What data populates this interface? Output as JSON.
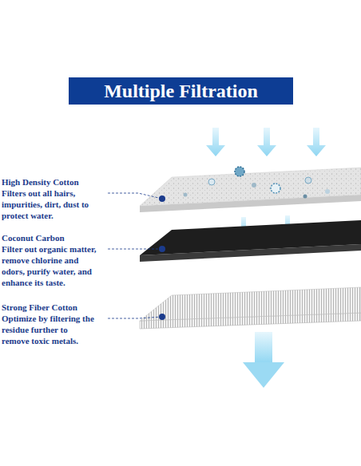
{
  "diagram": {
    "title": "Multiple Filtration",
    "labels": [
      "High Density Cotton",
      "Filters out all hairs, impurities, dirt, dust to protect water.",
      "Coconut Carbon",
      "Filter out organic matter, remove chlorine and odors, purify water, and enhance its taste.",
      "Strong Fiber Cotton",
      "Optimize by filtering the residue further to remove toxic metals."
    ]
  }
}
